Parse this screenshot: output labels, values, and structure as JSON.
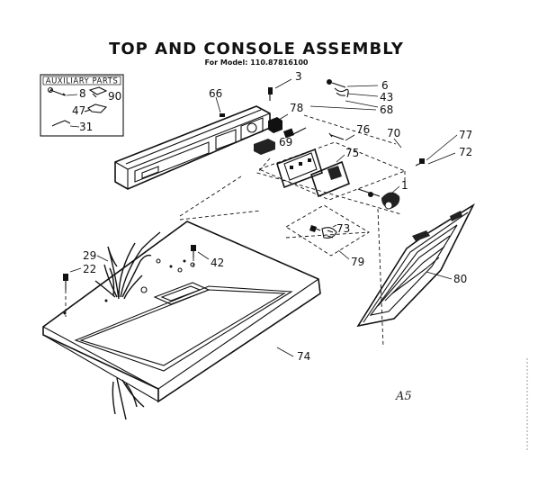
{
  "title": "TOP AND CONSOLE ASSEMBLY",
  "subtitle": "For Model: 110.87816100",
  "auxiliary_box": {
    "heading": "AUXILIARY PARTS",
    "parts": [
      "8",
      "90",
      "47",
      "31"
    ]
  },
  "callouts": {
    "c3": "3",
    "c6": "6",
    "c43": "43",
    "c68": "68",
    "c66": "66",
    "c78": "78",
    "c76": "76",
    "c70": "70",
    "c77": "77",
    "c69": "69",
    "c75": "75",
    "c72": "72",
    "c1": "1",
    "c73": "73",
    "c79": "79",
    "c80": "80",
    "c29": "29",
    "c22": "22",
    "c42": "42",
    "c74": "74"
  },
  "handwritten_note": "A5"
}
